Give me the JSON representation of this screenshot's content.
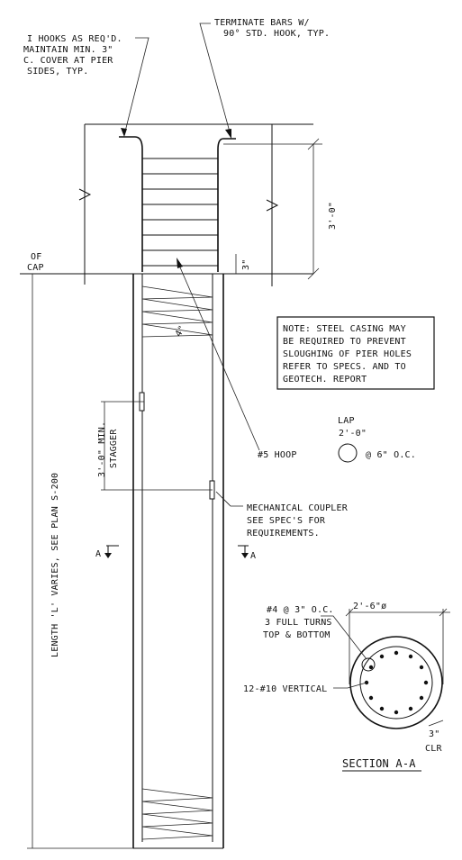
{
  "notes": {
    "hooks": [
      "I HOOKS AS REQ'D.",
      "MAINTAIN MIN. 3\"",
      "C. COVER AT PIER",
      "SIDES, TYP."
    ],
    "terminate": [
      "TERMINATE BARS W/",
      "90° STD. HOOK, TYP."
    ],
    "cap_label": [
      "OF",
      "CAP"
    ],
    "cap_height": "3'-0\"",
    "cap_clear": "3\"",
    "casing": [
      "NOTE: STEEL CASING MAY",
      "BE REQUIRED TO PREVENT",
      "SLOUGHING OF PIER HOLES",
      "REFER TO SPECS. AND TO",
      "GEOTECH. REPORT"
    ],
    "lap_label": "LAP",
    "lap_value": "2'-0\"",
    "hoop_label": "#5 HOOP",
    "hoop_spacing": "@ 6\" O.C.",
    "stagger": [
      "3'-0\" MIN.",
      "STAGGER"
    ],
    "coupler": [
      "MECHANICAL COUPLER",
      "SEE SPEC'S FOR",
      "REQUIREMENTS."
    ],
    "length": "LENGTH 'L' VARIES, SEE PLAN S-200",
    "spiral_mark": "4\"",
    "section_mark": "A"
  },
  "section": {
    "diameter": "2'-6\"ø",
    "spiral": [
      "#4 @ 3\" O.C.",
      "3 FULL TURNS",
      "TOP & BOTTOM"
    ],
    "vertical": "12-#10 VERTICAL",
    "clear": [
      "3\"",
      "CLR"
    ],
    "title": "SECTION A-A"
  }
}
